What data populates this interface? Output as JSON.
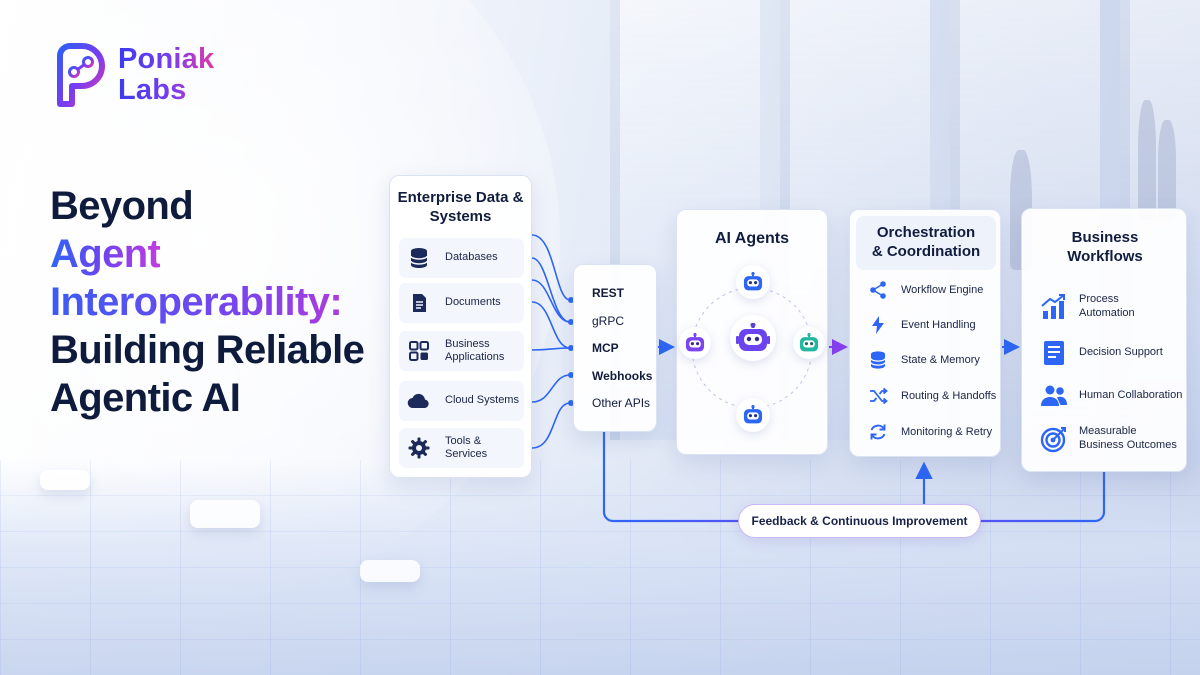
{
  "brand": {
    "line1": "Poniak",
    "line2": "Labs"
  },
  "headline": {
    "line1": "Beyond",
    "line2": "Agent",
    "line3": "Interoperability:",
    "line4": "Building Reliable",
    "line5": "Agentic AI"
  },
  "enterprise": {
    "title": "Enterprise Data & Systems",
    "items": [
      {
        "label": "Databases",
        "icon": "database-icon"
      },
      {
        "label": "Documents",
        "icon": "document-icon"
      },
      {
        "label": "Business Applications",
        "icon": "apps-grid-icon"
      },
      {
        "label": "Cloud Systems",
        "icon": "cloud-icon"
      },
      {
        "label": "Tools & Services",
        "icon": "gear-icon"
      }
    ]
  },
  "apis": {
    "items": [
      "REST",
      "gRPC",
      "MCP",
      "Webhooks",
      "Other APIs"
    ]
  },
  "agents": {
    "title": "AI Agents"
  },
  "orchestration": {
    "title": "Orchestration & Coordination",
    "items": [
      {
        "label": "Workflow Engine",
        "icon": "share-nodes-icon"
      },
      {
        "label": "Event Handling",
        "icon": "lightning-icon"
      },
      {
        "label": "State & Memory",
        "icon": "database-icon"
      },
      {
        "label": "Routing & Handoffs",
        "icon": "shuffle-icon"
      },
      {
        "label": "Monitoring & Retry",
        "icon": "refresh-icon"
      }
    ]
  },
  "business": {
    "title": "Business Workflows",
    "items": [
      {
        "label": "Process Automation",
        "icon": "growth-chart-icon"
      },
      {
        "label": "Decision Support",
        "icon": "report-icon"
      },
      {
        "label": "Human Collaboration",
        "icon": "people-icon"
      },
      {
        "label": "Measurable Business Outcomes",
        "icon": "target-icon"
      }
    ]
  },
  "feedback": {
    "label": "Feedback & Continuous Improvement"
  },
  "colors": {
    "navy": "#0f1b3d",
    "blue": "#2d66f5",
    "purple": "#7a44ef",
    "magenta": "#e23aa8",
    "teal": "#22b8a0"
  }
}
